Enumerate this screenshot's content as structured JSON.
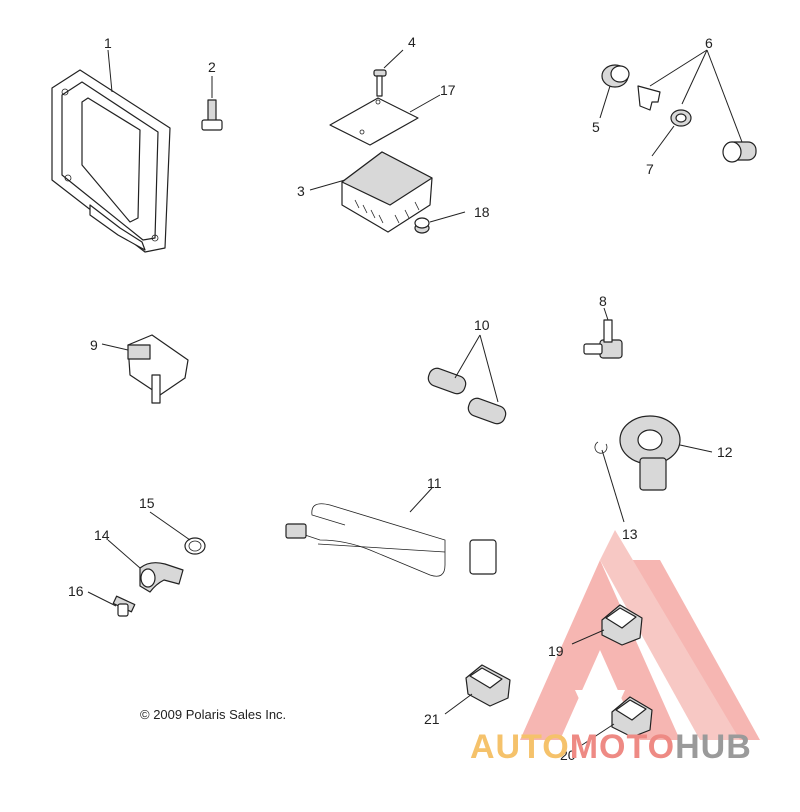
{
  "callouts": [
    "1",
    "2",
    "3",
    "4",
    "5",
    "6",
    "7",
    "8",
    "9",
    "10",
    "11",
    "12",
    "13",
    "14",
    "15",
    "16",
    "17",
    "18",
    "19",
    "20",
    "21"
  ],
  "copyright": "© 2009 Polaris Sales Inc.",
  "watermark": {
    "part_a": "AUTO",
    "part_b": "MOTO",
    "part_c": "HUB",
    "colors": {
      "auto": "#f5c26b",
      "moto": "#ee8a84",
      "hub": "#9a9a9a",
      "logo": "#ef7b74"
    }
  }
}
